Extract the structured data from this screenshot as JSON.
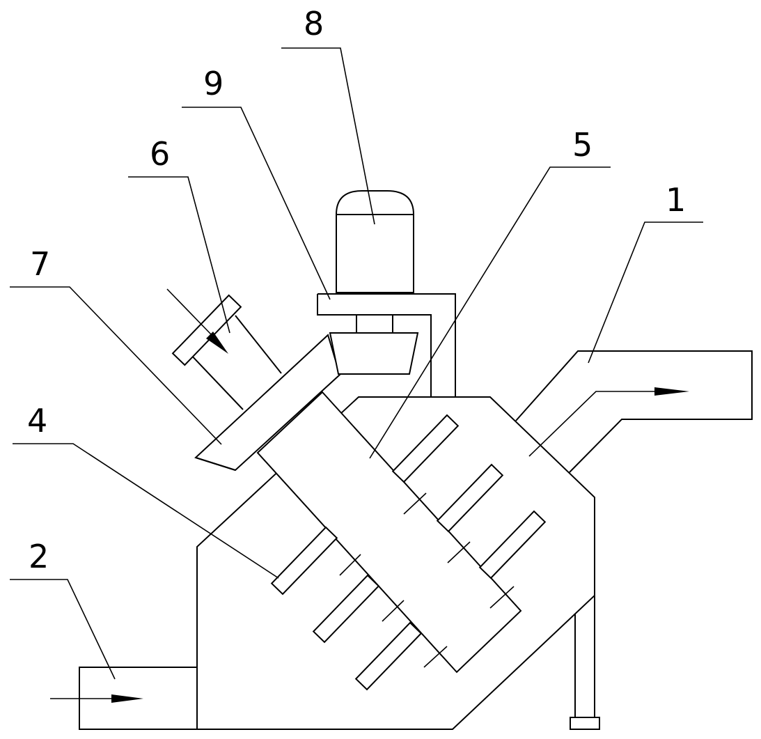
{
  "figure": {
    "labels": [
      {
        "id": "label-1",
        "text": "1"
      },
      {
        "id": "label-2",
        "text": "2"
      },
      {
        "id": "label-4",
        "text": "4"
      },
      {
        "id": "label-5",
        "text": "5"
      },
      {
        "id": "label-6",
        "text": "6"
      },
      {
        "id": "label-7",
        "text": "7"
      },
      {
        "id": "label-8",
        "text": "8"
      },
      {
        "id": "label-9",
        "text": "9"
      }
    ]
  },
  "colors": {
    "stroke": "#000000",
    "background": "#ffffff"
  }
}
